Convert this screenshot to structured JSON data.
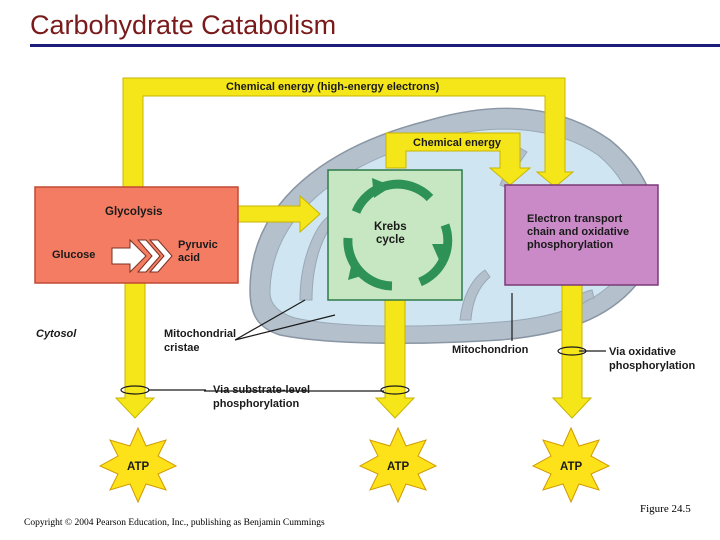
{
  "title": "Carbohydrate Catabolism",
  "footer": {
    "copyright": "Copyright © 2004 Pearson Education, Inc., publishing as Benjamin Cummings",
    "figure": "Figure 24.5"
  },
  "diagram": {
    "arrow_top": "Chemical energy (high-energy electrons)",
    "arrow_mid": "Chemical energy",
    "glycolysis": {
      "title": "Glycolysis",
      "input": "Glucose",
      "output": [
        "Pyruvic",
        "acid"
      ]
    },
    "krebs": [
      "Krebs",
      "cycle"
    ],
    "etc": [
      "Electron transport",
      "chain and oxidative",
      "phosphorylation"
    ],
    "cytosol": "Cytosol",
    "cristae": [
      "Mitochondrial",
      "cristae"
    ],
    "mitochondrion": "Mitochondrion",
    "substrate": [
      "Via substrate-level",
      "phosphorylation"
    ],
    "oxidative": [
      "Via oxidative",
      "phosphorylation"
    ],
    "atp": [
      "ATP",
      "ATP",
      "ATP"
    ]
  },
  "colors": {
    "yellow": "#f5e61a",
    "yellow_edge": "#c9b400",
    "glycolysis": "#f47c63",
    "krebs": "#c7e7c2",
    "krebs_arrow": "#2e9256",
    "etc": "#c98ac7",
    "membrane": "#b4c0cc",
    "matrix": "#cfe6f2",
    "atp": "#fde21a"
  }
}
